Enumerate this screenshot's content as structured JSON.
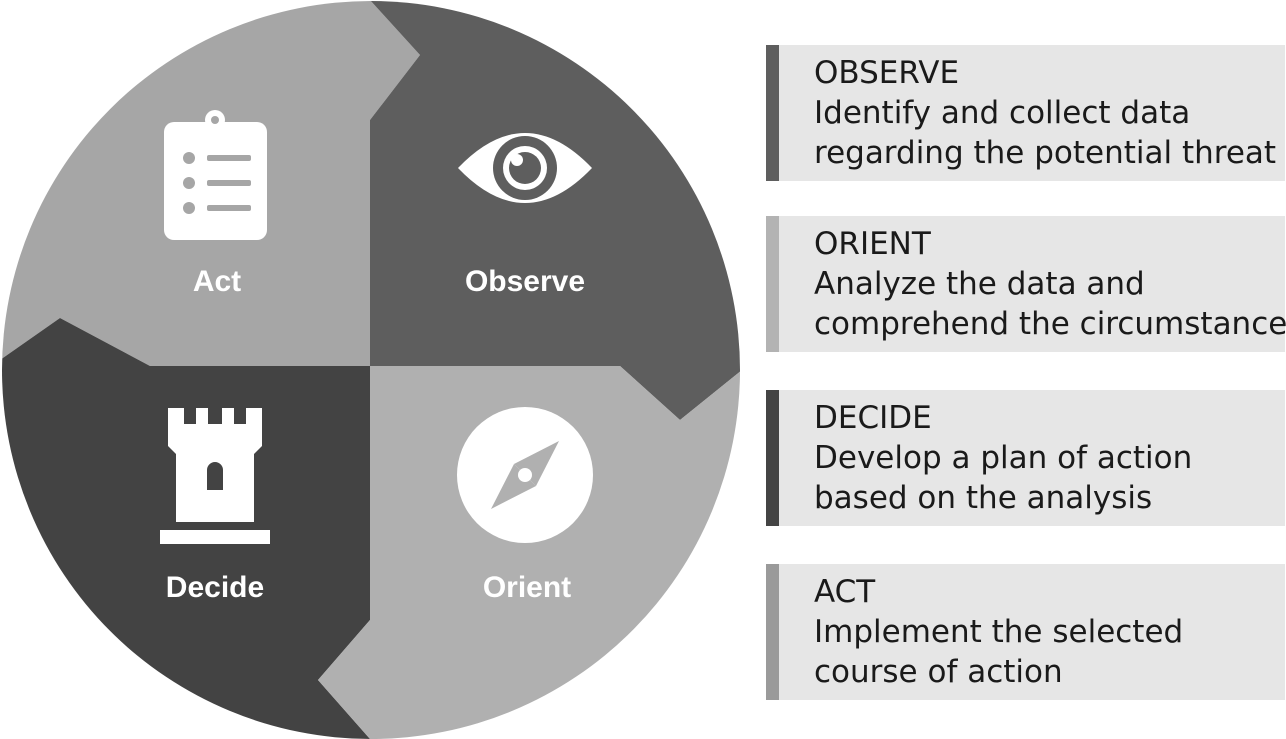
{
  "colors": {
    "act": "#a6a6a6",
    "observe": "#5e5e5e",
    "decide": "#434343",
    "orient": "#b0b0b0",
    "bar_observe": "#5e5e5e",
    "bar_orient": "#b3b3b3",
    "bar_decide": "#444444",
    "bar_act": "#9a9a9a"
  },
  "cycle": {
    "act": {
      "label": "Act",
      "icon": "clipboard-checklist-icon"
    },
    "observe": {
      "label": "Observe",
      "icon": "eye-icon"
    },
    "decide": {
      "label": "Decide",
      "icon": "castle-tower-icon"
    },
    "orient": {
      "label": "Orient",
      "icon": "compass-icon"
    }
  },
  "steps": [
    {
      "heading": "OBSERVE",
      "line1": "Identify and collect data",
      "line2": "regarding the potential threat"
    },
    {
      "heading": "ORIENT",
      "line1": "Analyze the data and",
      "line2": "comprehend the circumstances"
    },
    {
      "heading": "DECIDE",
      "line1": "Develop a plan of action",
      "line2": "based on the analysis"
    },
    {
      "heading": "ACT",
      "line1": "Implement the selected",
      "line2": "course of action"
    }
  ]
}
